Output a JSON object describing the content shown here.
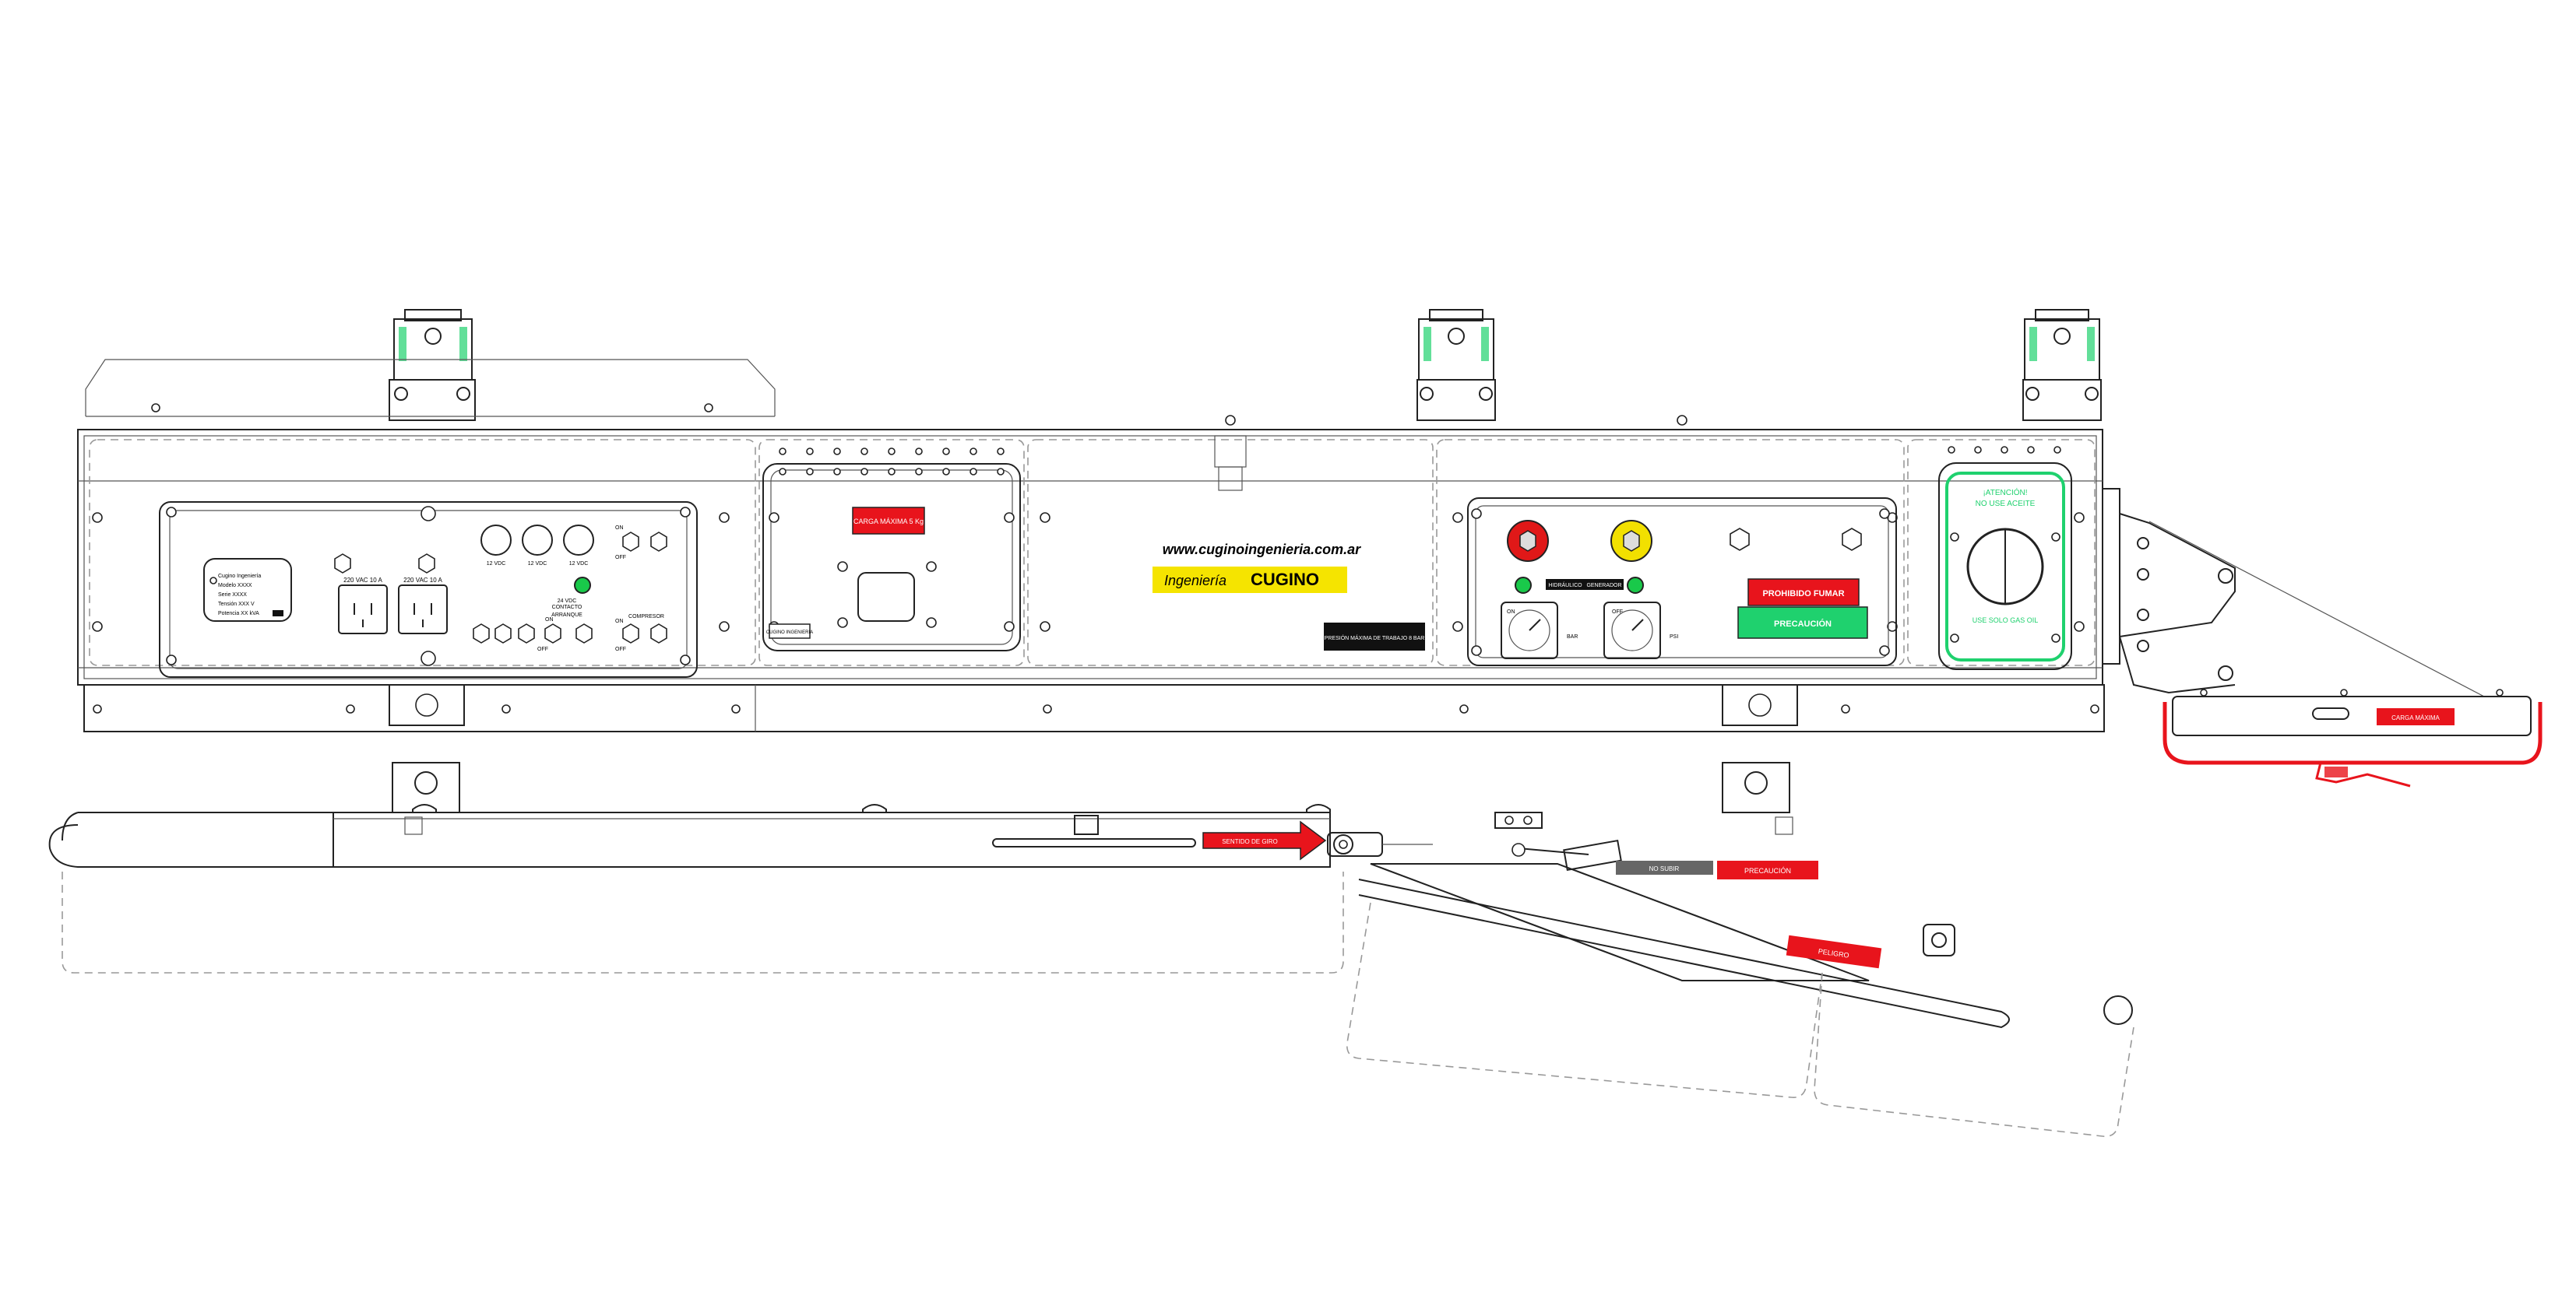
{
  "colors": {
    "line": "#222222",
    "warning_red": "#e8141c",
    "caution_green": "#1fd16e",
    "brand_yellow": "#f5e400",
    "dark_plate": "#111111",
    "estop_red": "#e01818",
    "yellow_button": "#f2e000",
    "pilot_green": "#19c94a"
  },
  "brand": {
    "name": "CUGINO",
    "script": "Ingeniería",
    "website": "www.cuginoingenieria.com.ar"
  },
  "left_panel": {
    "plate_lines": [
      "Cugino Ingeniería",
      "Modelo XXXX",
      "Serie XXXX",
      "Tensión XXX V",
      "Potencia XX kVA"
    ],
    "labels": [
      "220 VAC 10 A",
      "220 VAC 10 A",
      "12 VDC",
      "12 VDC",
      "12 VDC",
      "ON",
      "OFF",
      "24 VDC",
      "CONTACTO",
      "ARRANQUE",
      "ON",
      "OFF",
      "COMPRESOR",
      "ON",
      "OFF"
    ]
  },
  "center_panel": {
    "red_label": "CARGA MÁXIMA 5 Kg",
    "small_plate": "CUGINO INGENIERIA"
  },
  "mid_bay": {
    "black_plate": "PRESIÓN MÁXIMA DE TRABAJO 8 BAR"
  },
  "right_panel": {
    "switch_labels": [
      "HIDRÁULICO",
      "ON",
      "OFF",
      "GENERADOR"
    ],
    "warning_red": "PROHIBIDO FUMAR",
    "caution_green": "PRECAUCIÓN",
    "gauge_labels": [
      "BAR",
      "PSI"
    ]
  },
  "fuel_panel": {
    "lines": [
      "¡ATENCIÓN!",
      "NO USE ACEITE",
      "USE SOLO GAS OIL"
    ]
  },
  "bracket": {
    "red_label": "CARGA MÁXIMA"
  },
  "ramp": {
    "arrow_label": "SENTIDO DE GIRO",
    "warning_label": "PRECAUCIÓN",
    "grey_label": "NO SUBIR",
    "red_tag": "PELIGRO"
  }
}
